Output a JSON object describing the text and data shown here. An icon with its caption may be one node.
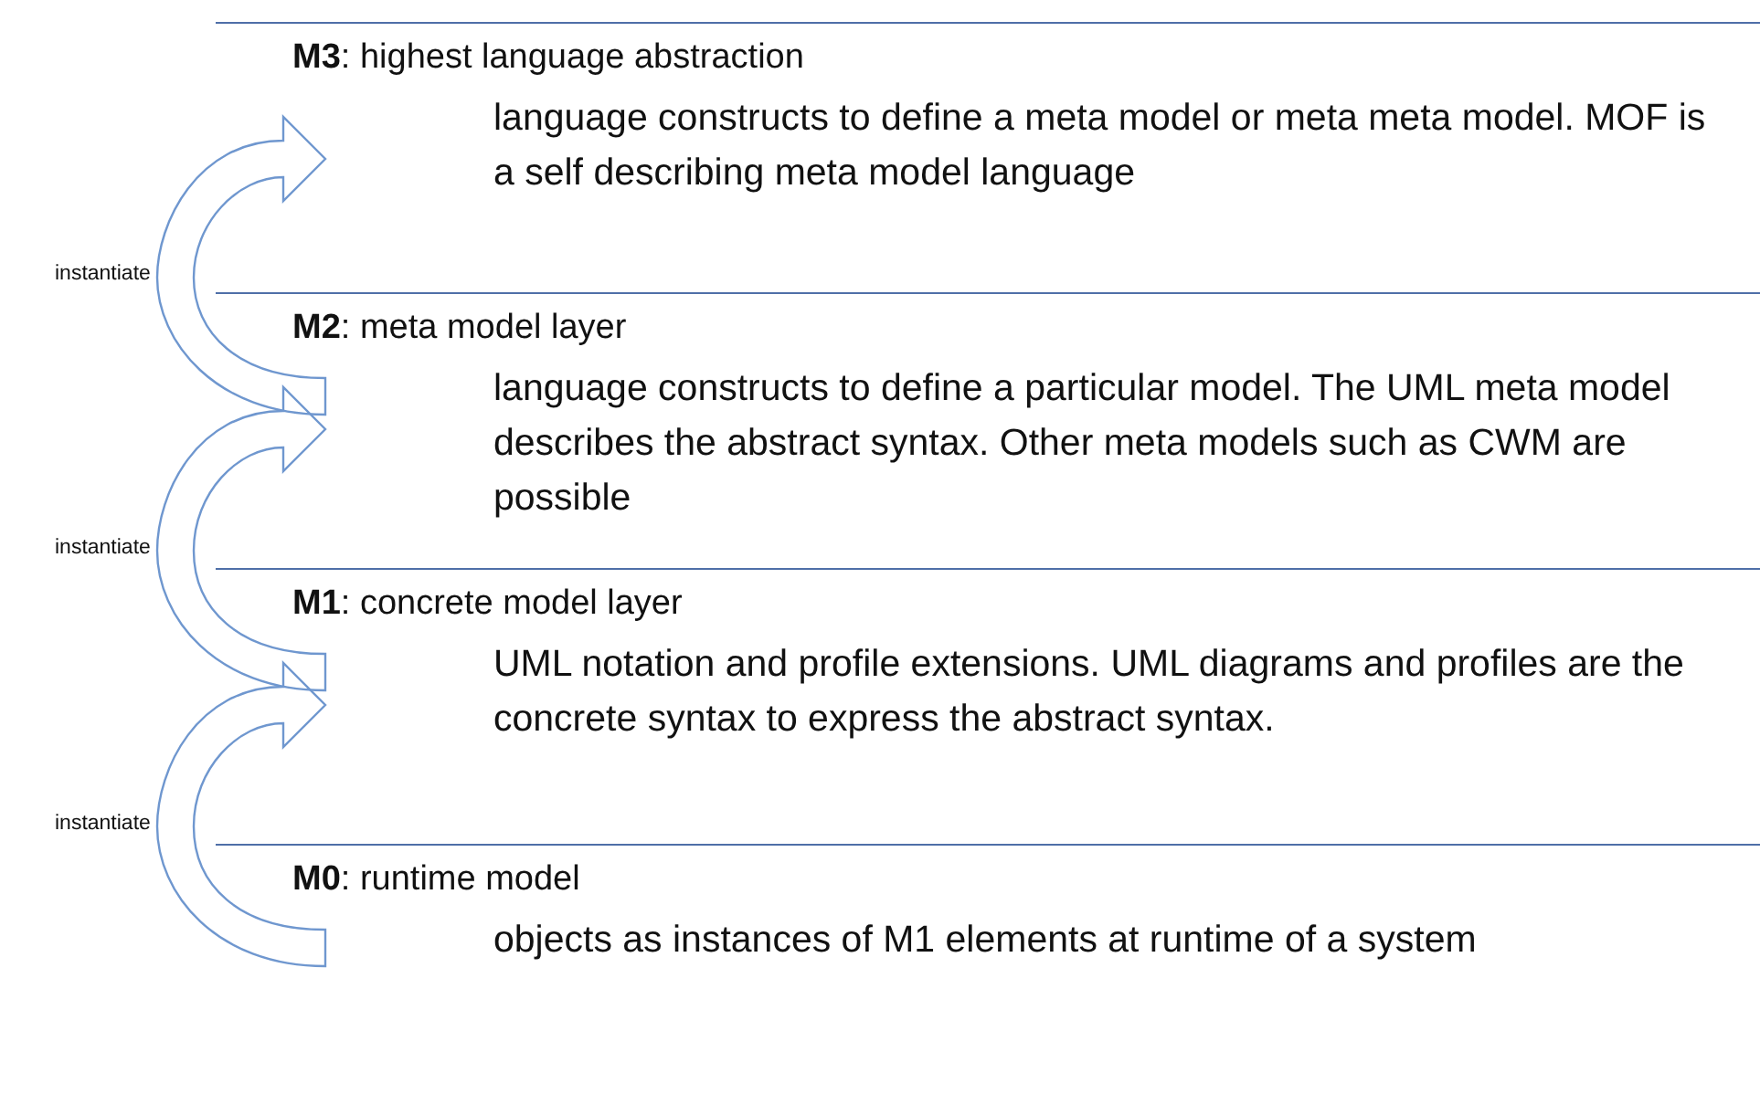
{
  "diagram": {
    "nodes": [
      {
        "text": [
          "**M3**: highest language abstraction",
          "language constructs to define a meta model or meta meta model. MOF is a self describing meta model language"
        ]
      },
      {
        "text": [
          "**M2**: meta model layer",
          "language constructs to define a particular model. The UML meta model describes the abstract syntax. Other meta models such as CWM are possible"
        ]
      },
      {
        "text": [
          "**M1**: concrete model layer",
          "UML notation and profile extensions. UML diagrams and profiles are the concrete syntax to express the abstract syntax."
        ]
      },
      {
        "text": [
          "**M0**: runtime model",
          "objects as instances of M1 elements at runtime of a system"
        ]
      }
    ],
    "edges": [
      {
        "from": 1,
        "to": 0,
        "arrow": "to",
        "label": "instantiate"
      },
      {
        "from": 2,
        "to": 1,
        "arrow": "to",
        "label": "instantiate"
      },
      {
        "from": 3,
        "to": 2,
        "arrow": "to",
        "label": "instantiate"
      }
    ]
  }
}
